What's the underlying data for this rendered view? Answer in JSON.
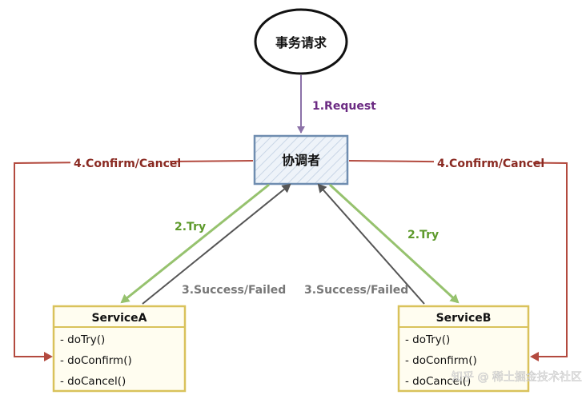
{
  "request": {
    "label": "事务请求"
  },
  "coordinator": {
    "label": "协调者"
  },
  "arrows": {
    "request": "1.Request",
    "try_a": "2.Try",
    "try_b": "2.Try",
    "result_a": "3.Success/Failed",
    "result_b": "3.Success/Failed",
    "confirm_a": "4.Confirm/Cancel",
    "confirm_b": "4.Confirm/Cancel"
  },
  "service_a": {
    "title": "ServiceA",
    "methods": [
      "- doTry()",
      "- doConfirm()",
      "- doCancel()"
    ]
  },
  "service_b": {
    "title": "ServiceB",
    "methods": [
      "- doTry()",
      "- doConfirm()",
      "- doCancel()"
    ]
  },
  "watermark": "知乎 @ 稀土掘金技术社区",
  "colors": {
    "request_arrow": "#8c72a8",
    "request_text": "#6b2a82",
    "coordinator_border": "#6f8db0",
    "coordinator_fill": "#eaf0f7",
    "try_arrow": "#96c26e",
    "try_text": "#5e9a2c",
    "result_arrow": "#555555",
    "result_text": "#777777",
    "confirm_arrow": "#b34a3f",
    "confirm_text": "#8a2a22",
    "service_border": "#d9c25b",
    "service_fill": "#fffdf0"
  }
}
